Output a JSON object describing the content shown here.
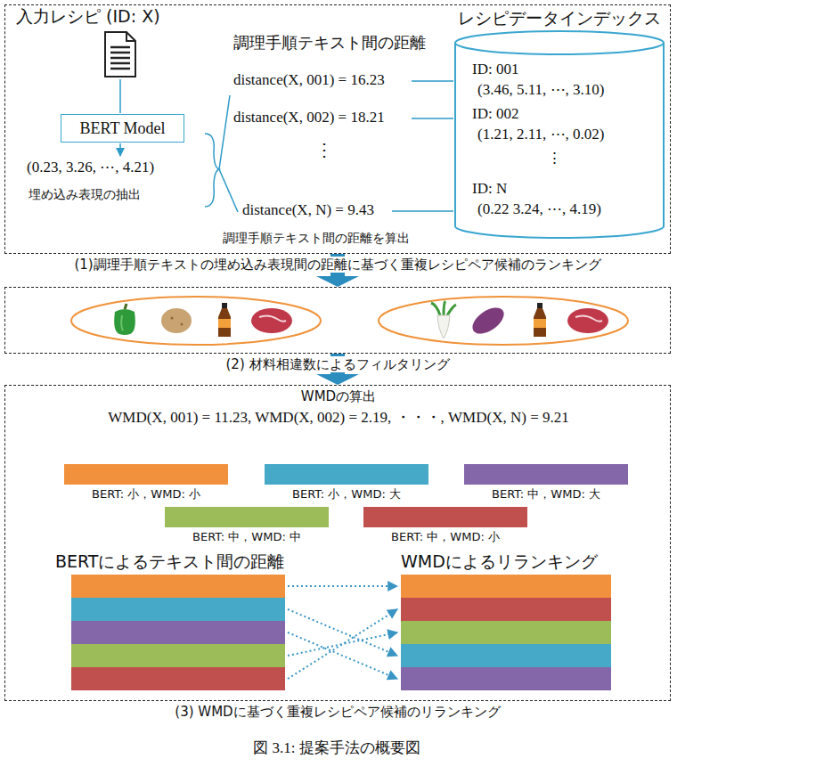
{
  "diagram": {
    "caption": "図 3.1: 提案手法の概要図",
    "nodes": [
      {
        "text": [
          "(1)調理手順テキストの埋め込み表現間の距離に基づく重複レシピペア候補のランキング"
        ]
      },
      {
        "text": [
          "BERT Model"
        ],
        "in": 0
      },
      {
        "text": [
          "レシピデータインデックス",
          "ID: 001",
          "(3.46, 5.11, ⋯, 3.10)",
          "ID: 002",
          "(1.21, 2.11, ⋯, 0.02)",
          "⋮",
          "ID: N",
          "(0.22 3.24, ⋯, 4.19)"
        ],
        "in": 0
      },
      {
        "text": [
          "(2) 材料相違数によるフィルタリング"
        ]
      },
      {
        "text": [
          "(3) WMDに基づく重複レシピペア候補のリランキング"
        ]
      },
      {
        "text": [
          "BERT: 小，WMD: 小"
        ],
        "in": 4
      },
      {
        "text": [
          "BERT: 小，WMD: 大"
        ],
        "in": 4
      },
      {
        "text": [
          "BERT: 中，WMD: 大"
        ],
        "in": 4
      },
      {
        "text": [
          "BERT: 中，WMD: 中"
        ],
        "in": 4
      },
      {
        "text": [
          "BERT: 中，WMD: 小"
        ],
        "in": 4
      }
    ],
    "edges": [
      {
        "from": 0,
        "to": 3,
        "arrow": "to"
      },
      {
        "from": 3,
        "to": 4,
        "arrow": "to"
      }
    ],
    "labels": [
      "入力レシピ (ID: X)",
      "(0.23, 3.26, ⋯, 4.21)",
      "埋め込み表現の抽出",
      "調理手順テキスト間の距離",
      "distance(X, 001) = 16.23",
      "distance(X, 002) = 18.21",
      "⋮",
      "distance(X, N) = 9.43",
      "調理手順テキスト間の距離を算出",
      "WMDの算出",
      "WMD(X, 001) = 11.23, WMD(X, 002) = 2.19, ・・・, WMD(X, N) = 9.21",
      "BERTによるテキスト間の距離",
      "WMDによるリランキング"
    ]
  }
}
